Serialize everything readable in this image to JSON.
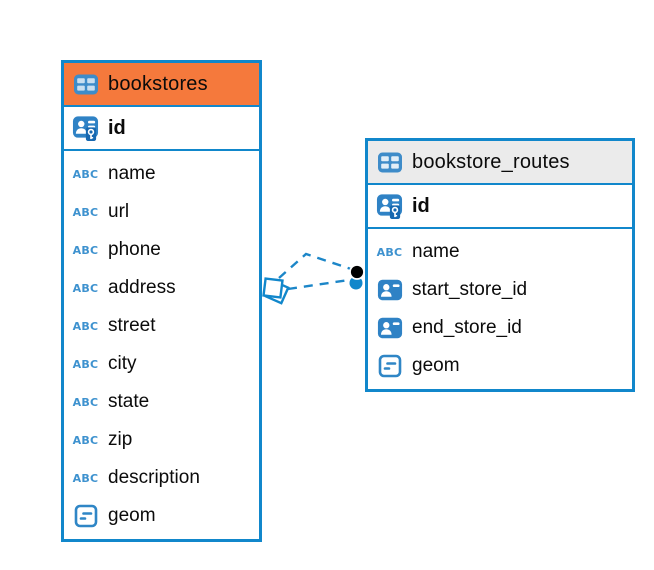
{
  "diagram": {
    "tables": [
      {
        "title": "bookstores",
        "header_bg": "#F5793C",
        "key_row": {
          "name": "id"
        },
        "columns": [
          {
            "name": "name",
            "type": "text"
          },
          {
            "name": "url",
            "type": "text"
          },
          {
            "name": "phone",
            "type": "text"
          },
          {
            "name": "address",
            "type": "text"
          },
          {
            "name": "street",
            "type": "text"
          },
          {
            "name": "city",
            "type": "text"
          },
          {
            "name": "state",
            "type": "text"
          },
          {
            "name": "zip",
            "type": "text"
          },
          {
            "name": "description",
            "type": "text"
          },
          {
            "name": "geom",
            "type": "geometry"
          }
        ]
      },
      {
        "title": "bookstore_routes",
        "header_bg": "#EBEBEB",
        "key_row": {
          "name": "id"
        },
        "columns": [
          {
            "name": "name",
            "type": "text"
          },
          {
            "name": "start_store_id",
            "type": "reference"
          },
          {
            "name": "end_store_id",
            "type": "reference"
          },
          {
            "name": "geom",
            "type": "geometry"
          }
        ]
      }
    ],
    "relationship": {
      "from_table": "bookstores",
      "to_table": "bookstore_routes",
      "line_style": "dashed",
      "line_color": "#1C86C8",
      "from_marker": "diamond-pair",
      "to_marker": "dot-pair"
    },
    "colors": {
      "table_border": "#1187CB",
      "bookstores_header": "#F5793C",
      "routes_header": "#EBEBEB",
      "icon_blue": "#2F82C5",
      "abc_icon_blue": "#3E92CF",
      "text": "#0b0b0b"
    }
  }
}
